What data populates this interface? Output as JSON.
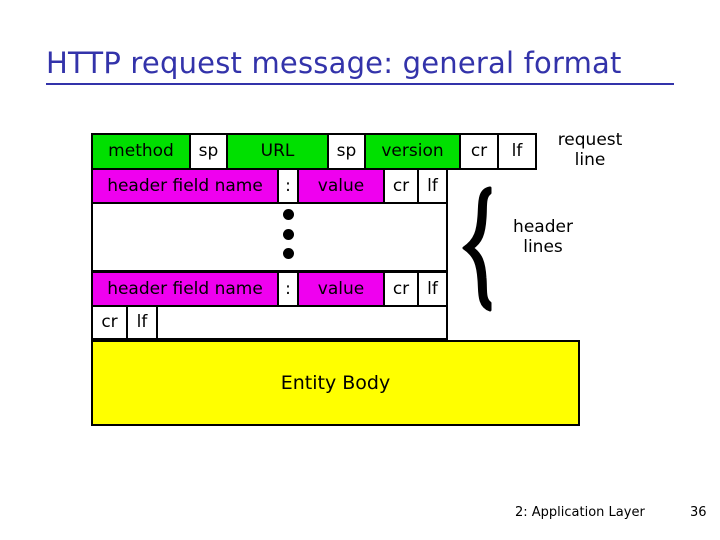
{
  "slide": {
    "title": "HTTP request message: general format",
    "title_color": "#3333aa"
  },
  "colors": {
    "green": "#00e000",
    "magenta": "#ef00ef",
    "yellow": "#ffff00",
    "white": "#ffffff",
    "border": "#000000"
  },
  "diagram": {
    "request_line": {
      "cells": [
        {
          "label": "method",
          "fill": "green"
        },
        {
          "label": "sp",
          "fill": "white"
        },
        {
          "label": "URL",
          "fill": "green"
        },
        {
          "label": "sp",
          "fill": "white"
        },
        {
          "label": "version",
          "fill": "green"
        },
        {
          "label": "cr",
          "fill": "white"
        },
        {
          "label": "lf",
          "fill": "white"
        }
      ],
      "annotation": "request\nline"
    },
    "header_line_first": {
      "cells": [
        {
          "label": "header field name",
          "fill": "magenta"
        },
        {
          "label": ":",
          "fill": "white"
        },
        {
          "label": "value",
          "fill": "magenta"
        },
        {
          "label": "cr",
          "fill": "white"
        },
        {
          "label": "lf",
          "fill": "white"
        }
      ]
    },
    "ellipsis_row": {
      "label": "",
      "dots": 3
    },
    "header_line_last": {
      "cells": [
        {
          "label": "header field name",
          "fill": "magenta"
        },
        {
          "label": ":",
          "fill": "white"
        },
        {
          "label": "value",
          "fill": "magenta"
        },
        {
          "label": "cr",
          "fill": "white"
        },
        {
          "label": "lf",
          "fill": "white"
        }
      ]
    },
    "blank_line": {
      "cells": [
        {
          "label": "cr",
          "fill": "white"
        },
        {
          "label": "lf",
          "fill": "white"
        },
        {
          "label": "",
          "fill": "white"
        }
      ]
    },
    "entity_body": {
      "label": "Entity Body",
      "fill": "yellow"
    },
    "header_annotation": "header\nlines"
  },
  "footer": {
    "text": "2: Application Layer",
    "page": "36"
  }
}
